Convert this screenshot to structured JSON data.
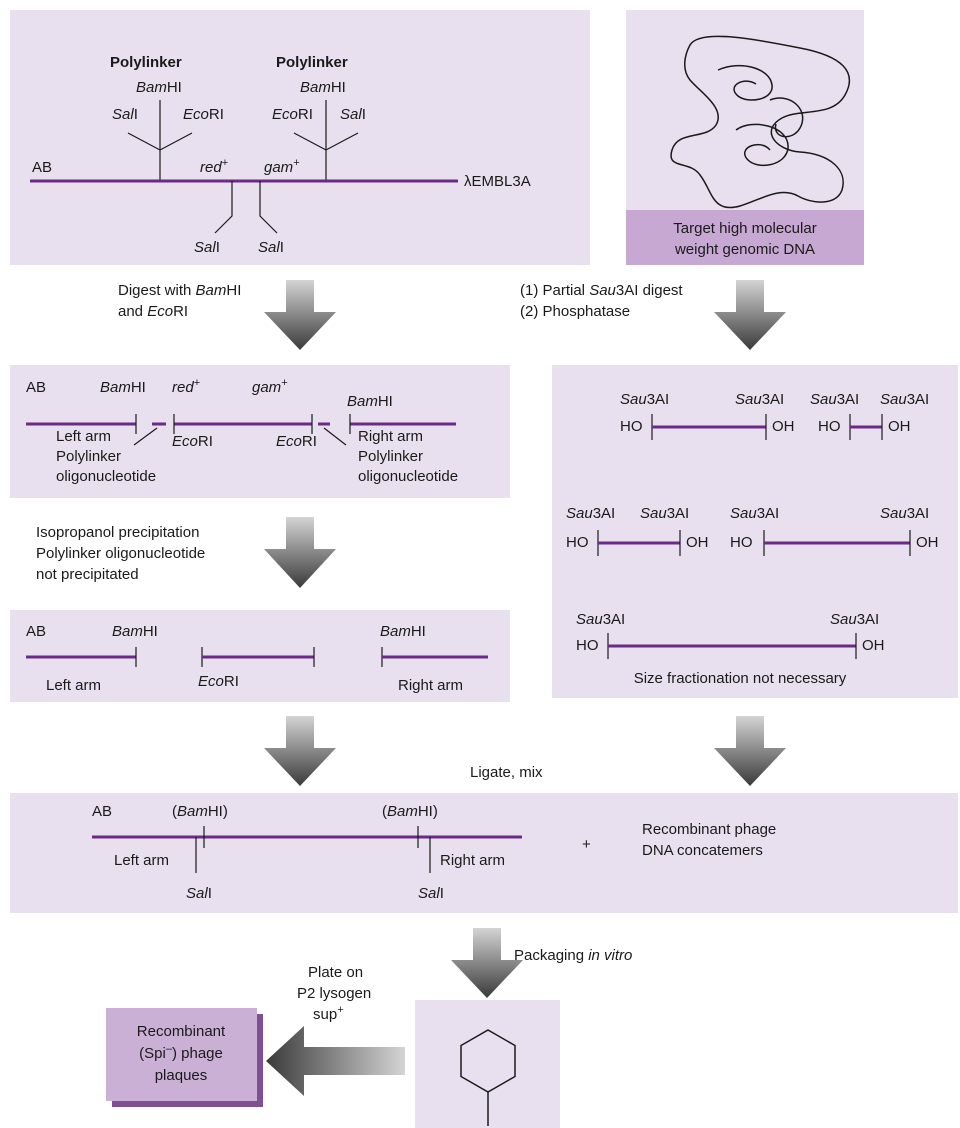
{
  "lambda": {
    "polylinker_1": "Polylinker",
    "polylinker_2": "Polylinker",
    "ab": "AB",
    "vector_name": "λEMBL3A",
    "bam_1": "Bam",
    "hi_suffix": "HI",
    "sal_prefix": "Sal",
    "i_suffix": "I",
    "eco_prefix": "Eco",
    "ri_suffix": "RI",
    "red": "red",
    "gam": "gam",
    "plus": "+"
  },
  "genomic": {
    "line1": "Target high molecular",
    "line2": "weight genomic DNA"
  },
  "steps": {
    "digest_a": "Digest with ",
    "digest_b": "and ",
    "partial_a": "(1) Partial ",
    "sau": "Sau",
    "sau_suffix": "3AI digest",
    "phosphatase": "(2) Phosphatase",
    "iso_1": "Isopropanol precipitation",
    "iso_2": "Polylinker oligonucleotide",
    "iso_3": "not precipitated",
    "ligate": "Ligate, mix",
    "packaging_a": "Packaging ",
    "packaging_b": "in vitro",
    "plate_1": "Plate on",
    "plate_2": "P2 lysogen",
    "plate_3": "sup"
  },
  "digest": {
    "left_arm": "Left arm",
    "right_arm": "Right arm",
    "polylinker": "Polylinker",
    "oligo": "oligonucleotide"
  },
  "fragments": {
    "sau_label": "3AI",
    "ho": "HO",
    "oh": "OH",
    "size_note": "Size fractionation not necessary"
  },
  "ligation": {
    "bam_paren_open": "(",
    "bam_paren_close": ")",
    "plus_sign": "+",
    "concat_1": "Recombinant phage",
    "concat_2": "DNA concatemers"
  },
  "plaques": {
    "line1": "Recombinant",
    "line2_a": "(Spi",
    "line2_sup": "–",
    "line2_b": ") phage",
    "line3": "plaques"
  }
}
